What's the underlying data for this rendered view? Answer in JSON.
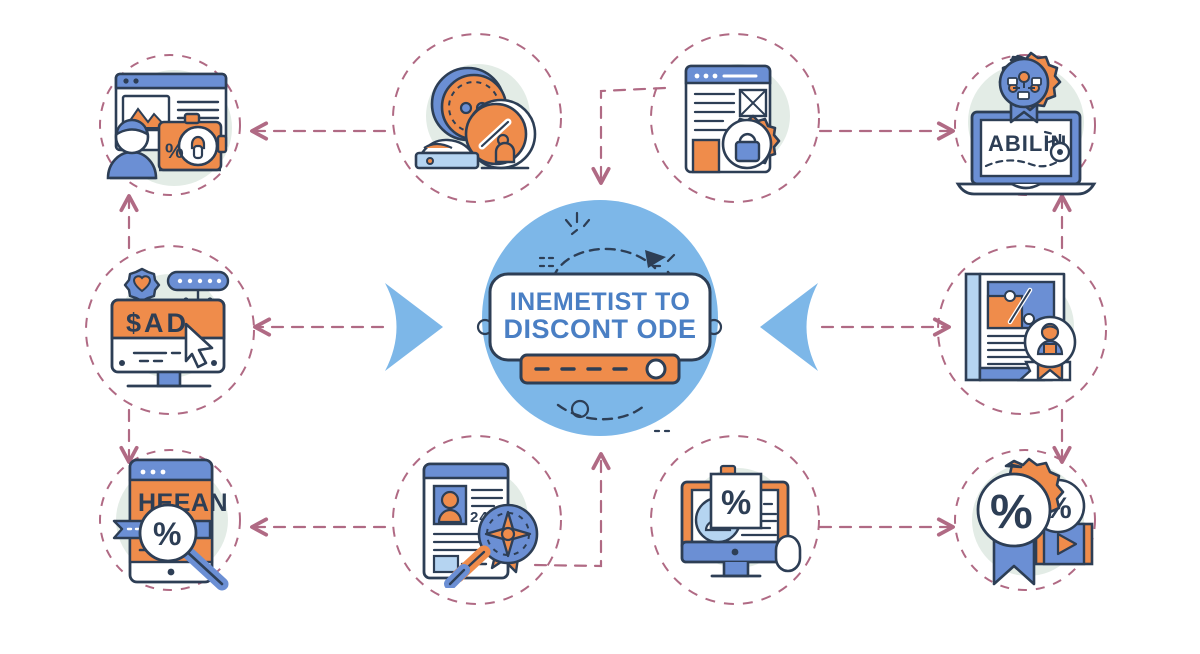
{
  "diagram": {
    "type": "hub-and-spoke-infographic",
    "background_color": "#ffffff",
    "palette": {
      "blue_hub": "#7db7e8",
      "orange": "#ef8c4b",
      "blue_accent": "#6b8fd4",
      "outline": "#2d3e55",
      "connector": "#b06a84",
      "mint_blob": "#e3ece6",
      "white": "#ffffff"
    },
    "center": {
      "label_line1": "INEMETIST TO",
      "label_line2": "DISCONT ODE",
      "slider_dashes": 4,
      "has_slider_knob": true
    },
    "side_markers": {
      "left_pointer": "triangle-right",
      "right_pointer": "triangle-left"
    },
    "nodes": [
      {
        "id": "node-top-left",
        "position": "top-left",
        "icon_name": "person-browser-briefcase-lock-icon",
        "texts": [
          "%"
        ],
        "arrow": "left"
      },
      {
        "id": "node-top-center-left",
        "position": "top-center-left",
        "icon_name": "coins-stack-icon",
        "texts": [],
        "arrow": "left"
      },
      {
        "id": "node-top-center-right",
        "position": "top-center-right",
        "icon_name": "webpage-gear-lock-icon",
        "texts": [],
        "arrow": "down"
      },
      {
        "id": "node-top-right",
        "position": "top-right",
        "icon_name": "laptop-badge-icon",
        "texts": [
          "ABILIN"
        ],
        "arrow": "right"
      },
      {
        "id": "node-mid-left",
        "position": "middle-left",
        "icon_name": "monitor-ad-cursor-icon",
        "texts": [
          "$AD"
        ],
        "arrow": "left"
      },
      {
        "id": "node-mid-right",
        "position": "middle-right",
        "icon_name": "article-percent-badge-icon",
        "texts": [
          "%"
        ],
        "arrow": "right"
      },
      {
        "id": "node-bottom-left",
        "position": "bottom-left",
        "icon_name": "phone-magnifier-percent-icon",
        "texts": [
          "HEEAN",
          "%"
        ],
        "arrow": "left"
      },
      {
        "id": "node-bottom-center-left",
        "position": "bottom-center-left",
        "icon_name": "profile-document-medal-icon",
        "texts": [
          "243"
        ],
        "arrow": "left"
      },
      {
        "id": "node-bottom-center-right",
        "position": "bottom-center-right",
        "icon_name": "monitor-percent-clipboard-icon",
        "texts": [
          "%"
        ],
        "arrow": "right"
      },
      {
        "id": "node-bottom-right",
        "position": "bottom-right",
        "icon_name": "rosette-percent-video-icon",
        "texts": [
          "%",
          "%"
        ],
        "arrow": "down"
      }
    ],
    "connectors": [
      {
        "from": "node-top-center-left",
        "to": "node-top-left",
        "style": "dashed",
        "arrow": "left"
      },
      {
        "from": "node-top-center-right",
        "to": "node-top-right",
        "style": "dashed",
        "arrow": "right"
      },
      {
        "from": "node-top-center-right",
        "to": "center",
        "style": "dashed-elbow",
        "arrow": "down"
      },
      {
        "from": "node-top-left",
        "to": "node-mid-left",
        "style": "dashed",
        "arrow": "up"
      },
      {
        "from": "node-mid-left",
        "to": "node-bottom-left",
        "style": "dashed",
        "arrow": "down"
      },
      {
        "from": "node-top-right",
        "to": "node-mid-right",
        "style": "dashed",
        "arrow": "up"
      },
      {
        "from": "node-mid-right",
        "to": "node-bottom-right",
        "style": "dashed",
        "arrow": "down"
      },
      {
        "from": "node-bottom-center-left",
        "to": "node-bottom-left",
        "style": "dashed",
        "arrow": "left"
      },
      {
        "from": "node-bottom-center-right",
        "to": "node-bottom-right",
        "style": "dashed",
        "arrow": "right"
      },
      {
        "from": "node-bottom-center-left",
        "to": "center",
        "style": "dashed-elbow",
        "arrow": "up"
      },
      {
        "from": "center",
        "to": "node-mid-left",
        "style": "dashed",
        "arrow": "left"
      },
      {
        "from": "center",
        "to": "node-mid-right",
        "style": "dashed",
        "arrow": "right"
      }
    ]
  }
}
